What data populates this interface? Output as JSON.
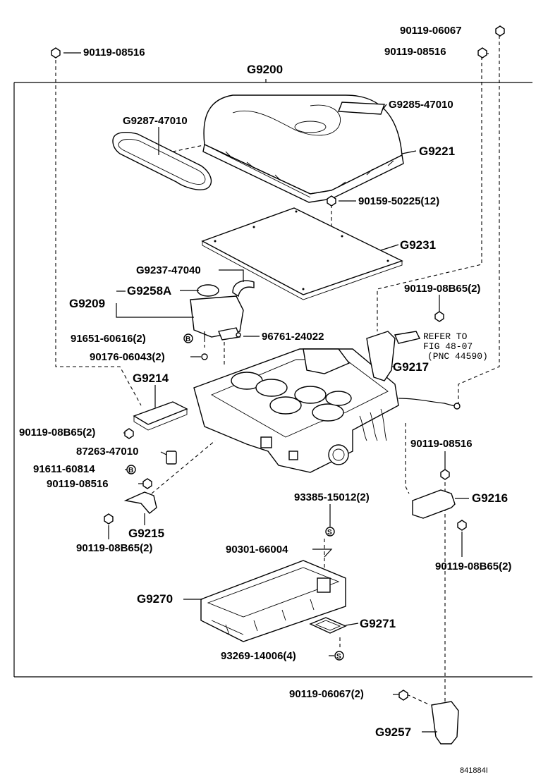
{
  "diagram": {
    "group_label": "G9200",
    "labels": {
      "bolt_top_right": "90119-06067",
      "bolt_top_left": "90119-08516",
      "bolt_top_right2": "90119-08516",
      "cover_label": "G9285-47010",
      "seal_label": "G9287-47010",
      "cover_part": "G9221",
      "screw_cover": "90159-50225(12)",
      "plate": "G9231",
      "hose": "G9237-47040",
      "cap": "G9258A",
      "reservoir": "G9209",
      "clip1": "91651-60616(2)",
      "clamp": "96761-24022",
      "clip2": "90176-06043(2)",
      "bolt_bracket_r": "90119-08B65(2)",
      "refer_line1": "REFER TO",
      "refer_line2": "FIG 48-07",
      "refer_line3": "(PNC 44590)",
      "bracket_r": "G9217",
      "bracket_l": "G9214",
      "bolt_bracket_l": "90119-08B65(2)",
      "pin": "87263-47010",
      "washer": "91611-60814",
      "bolt_mid": "90119-08516",
      "bracket_small": "G9215",
      "bolt_small": "90119-08B65(2)",
      "bolt_right_mid": "90119-08516",
      "bracket_216": "G9216",
      "bolt_216": "90119-08B65(2)",
      "screw_mid": "93385-15012(2)",
      "gasket_small": "90301-66004",
      "lower_case": "G9270",
      "lower_cover": "G9271",
      "screw_lower": "93269-14006(4)",
      "bolt_bottom": "90119-06067(2)",
      "bracket_bottom": "G9257",
      "diagram_id": "841884I"
    },
    "symbols": {
      "b": "B",
      "s": "S"
    }
  }
}
